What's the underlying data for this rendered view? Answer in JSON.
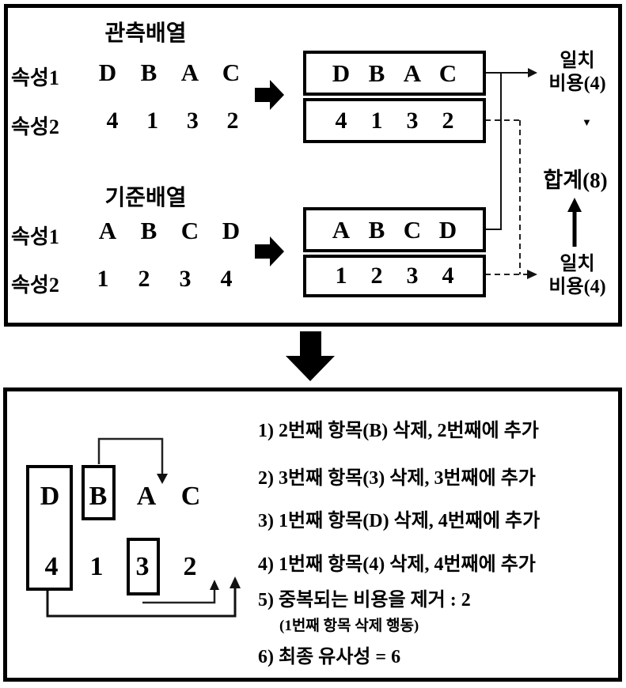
{
  "icons": {
    "down_triangle": "▼"
  },
  "top_panel": {
    "observed": {
      "title": "관측배열",
      "attr1_label": "속성1",
      "attr2_label": "속성2",
      "letters": [
        "D",
        "B",
        "A",
        "C"
      ],
      "numbers": [
        "4",
        "1",
        "3",
        "2"
      ]
    },
    "reference": {
      "title": "기준배열",
      "attr1_label": "속성1",
      "attr2_label": "속성2",
      "letters": [
        "A",
        "B",
        "C",
        "D"
      ],
      "numbers": [
        "1",
        "2",
        "3",
        "4"
      ]
    },
    "labels": {
      "match_cost_top_line1": "일치",
      "match_cost_top_line2": "비용(4)",
      "total": "합계(8)",
      "match_cost_bottom_line1": "일치",
      "match_cost_bottom_line2": "비용(4)"
    }
  },
  "bottom_panel": {
    "diagram": {
      "letters": [
        "D",
        "B",
        "A",
        "C"
      ],
      "numbers": [
        "4",
        "1",
        "3",
        "2"
      ]
    },
    "steps": [
      {
        "text": "1) 2번째 항목(B) 삭제, 2번째에 추가"
      },
      {
        "text": "2) 3번째 항목(3) 삭제, 3번째에 추가"
      },
      {
        "text": "3) 1번째 항목(D) 삭제, 4번째에 추가"
      },
      {
        "text": "4) 1번째 항목(4) 삭제, 4번째에 추가"
      },
      {
        "text": "5) 중복되는 비용을 제거 : 2",
        "note": "(1번째 항목 삭제 행동)"
      },
      {
        "text": "6) 최종 유사성 = 6"
      }
    ]
  }
}
